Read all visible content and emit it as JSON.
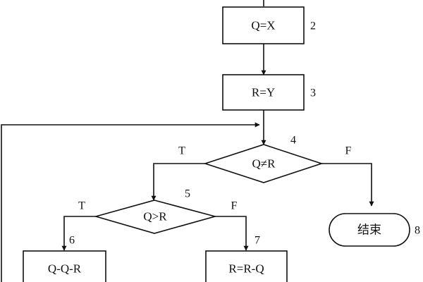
{
  "diagram": {
    "nodes": {
      "n2": {
        "label": "Q=X",
        "number": "2"
      },
      "n3": {
        "label": "R=Y",
        "number": "3"
      },
      "n4": {
        "label": "Q≠R",
        "number": "4"
      },
      "n5": {
        "label": "Q>R",
        "number": "5"
      },
      "n6": {
        "label": "Q-Q-R",
        "number": "6"
      },
      "n7": {
        "label": "R=R-Q",
        "number": "7"
      },
      "n8": {
        "label": "结束",
        "number": "8"
      }
    },
    "branches": {
      "d4_true": "T",
      "d4_false": "F",
      "d5_true": "T",
      "d5_false": "F"
    }
  }
}
